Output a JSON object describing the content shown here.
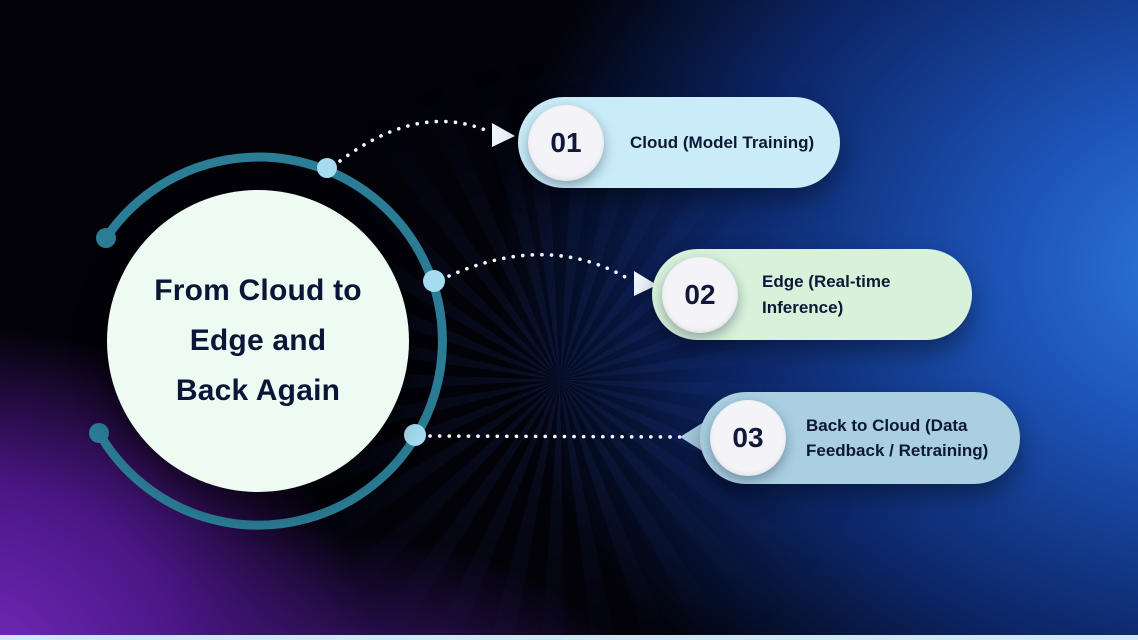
{
  "title": {
    "lines": [
      "From Cloud to",
      "Edge and",
      "Back Again"
    ]
  },
  "steps": [
    {
      "number": "01",
      "label": "Cloud (Model Training)",
      "bg": "#c9ecf8"
    },
    {
      "number": "02",
      "label": "Edge (Real-time Inference)",
      "bg": "#d7f1da"
    },
    {
      "number": "03",
      "label": "Back to Cloud (Data Feedback / Retraining)",
      "bg": "#a9cfe1"
    }
  ],
  "colors": {
    "arc_teal": "#2b7d96",
    "node_dot": "#a5dcef",
    "connector_dots": "#eef7fb",
    "title_circle_bg": "#eefbf2",
    "number_badge_bg": "#f3f3f8",
    "text_navy": "#0e1836",
    "bg_blue_glow": "#2f7ce2",
    "bg_purple_glow": "#7a2cc4",
    "bottom_strip": "#cfe9f4"
  }
}
